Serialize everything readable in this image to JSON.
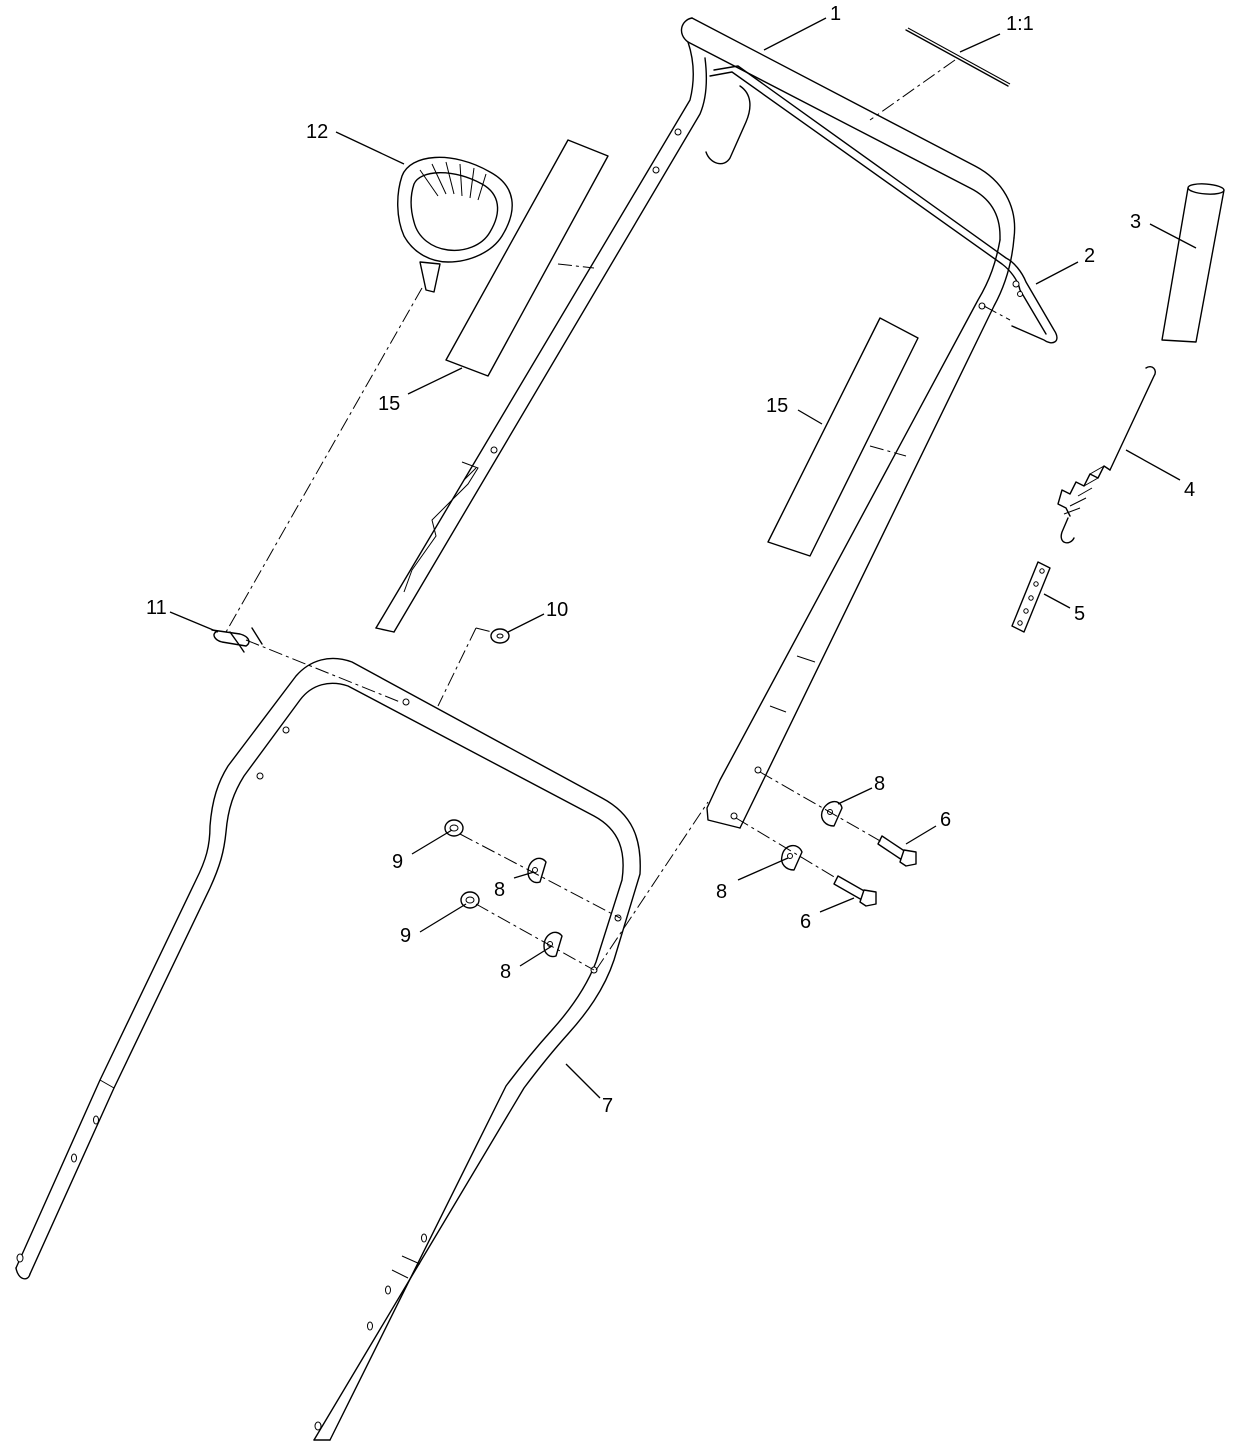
{
  "callouts": [
    {
      "id": "callout-1",
      "text": "1"
    },
    {
      "id": "callout-1-1",
      "text": "1:1"
    },
    {
      "id": "callout-2",
      "text": "2"
    },
    {
      "id": "callout-3",
      "text": "3"
    },
    {
      "id": "callout-4",
      "text": "4"
    },
    {
      "id": "callout-5",
      "text": "5"
    },
    {
      "id": "callout-6a",
      "text": "6"
    },
    {
      "id": "callout-6b",
      "text": "6"
    },
    {
      "id": "callout-7",
      "text": "7"
    },
    {
      "id": "callout-8a",
      "text": "8"
    },
    {
      "id": "callout-8b",
      "text": "8"
    },
    {
      "id": "callout-8c",
      "text": "8"
    },
    {
      "id": "callout-8d",
      "text": "8"
    },
    {
      "id": "callout-9a",
      "text": "9"
    },
    {
      "id": "callout-9b",
      "text": "9"
    },
    {
      "id": "callout-10",
      "text": "10"
    },
    {
      "id": "callout-11",
      "text": "11"
    },
    {
      "id": "callout-12",
      "text": "12"
    },
    {
      "id": "callout-15a",
      "text": "15"
    },
    {
      "id": "callout-15b",
      "text": "15"
    }
  ]
}
